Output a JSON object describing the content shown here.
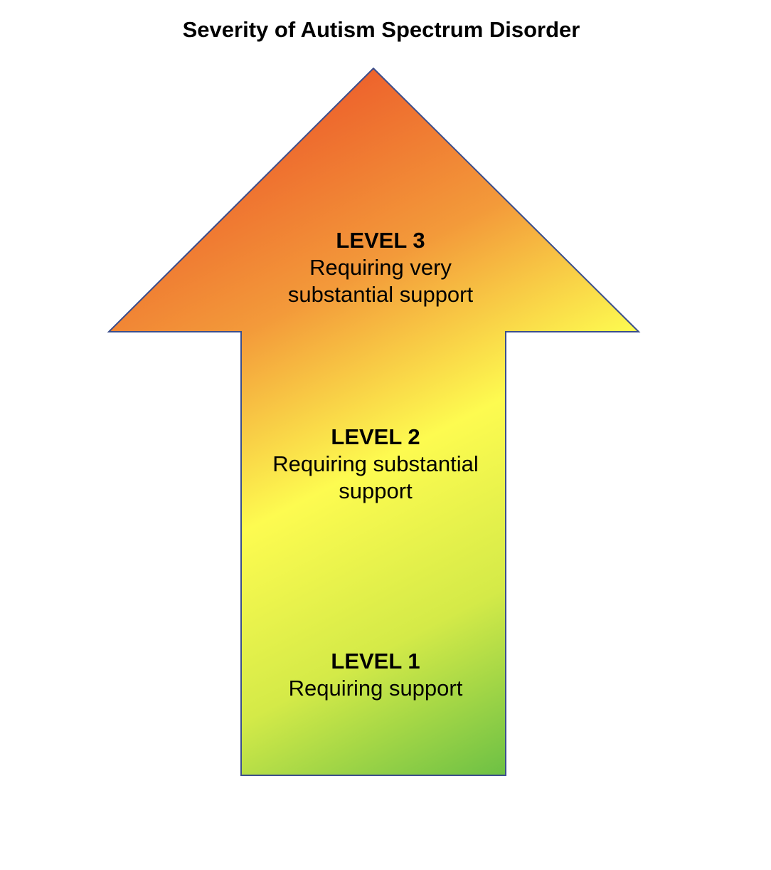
{
  "title": "Severity of Autism Spectrum Disorder",
  "colors": {
    "top": "#ec5a2a",
    "upper_mid": "#f39a3a",
    "middle": "#fdfb50",
    "lower": "#d4ea48",
    "bottom": "#62bc44",
    "outline": "#3b4e8c"
  },
  "levels": [
    {
      "heading": "LEVEL 3",
      "description_line1": "Requiring very",
      "description_line2": "substantial support"
    },
    {
      "heading": "LEVEL 2",
      "description_line1": "Requiring substantial",
      "description_line2": "support"
    },
    {
      "heading": "LEVEL 1",
      "description_line1": "Requiring support"
    }
  ]
}
